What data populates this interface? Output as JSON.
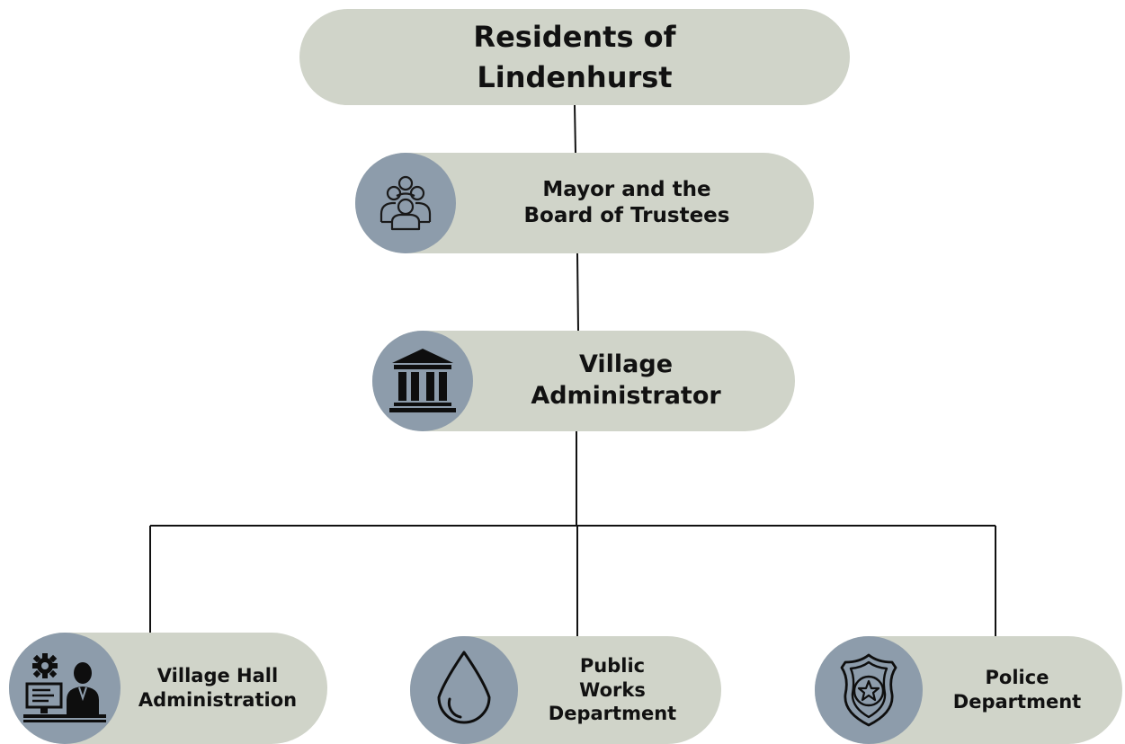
{
  "chart": {
    "root": {
      "title": "Residents of\nLindenhurst"
    },
    "mayor": {
      "title": "Mayor and the\nBoard of Trustees",
      "icon": "group-people-icon"
    },
    "administrator": {
      "title": "Village\nAdministrator",
      "icon": "government-building-icon"
    },
    "departments": [
      {
        "title": "Village Hall\nAdministration",
        "icon": "office-worker-computer-icon"
      },
      {
        "title": "Public\nWorks Department",
        "icon": "water-drop-icon"
      },
      {
        "title": "Police\nDepartment",
        "icon": "police-badge-icon"
      }
    ]
  },
  "colors": {
    "pill_background": "#d0d4c9",
    "icon_circle": "#8d9cab",
    "connector": "#111111",
    "text": "#111111"
  }
}
